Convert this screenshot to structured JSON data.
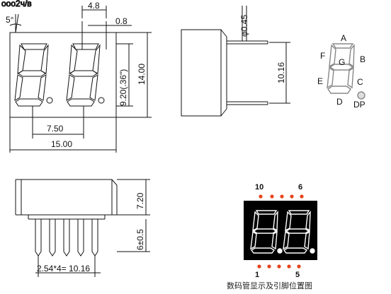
{
  "front_view": {
    "title_fragment": "ооо2ч/в",
    "angle_label": "5°",
    "dim_top_width": "4.8",
    "dim_top_gap": "0.8",
    "dim_digit_height": "9.20(.36\")",
    "dim_total_height": "14.00",
    "dim_pitch": "7.50",
    "dim_total_width": "15.00"
  },
  "side_view": {
    "dim_pin_dia": "φ0.45",
    "dim_pin_spacing": "10.16"
  },
  "segment_map": {
    "labels": [
      "A",
      "B",
      "C",
      "D",
      "E",
      "F",
      "G",
      "DP"
    ]
  },
  "bottom_view": {
    "dim_body_height": "7.20",
    "dim_pin_length": "6±0.5",
    "dim_pin_pitch": "2.54*4= 10.16"
  },
  "pinout": {
    "top_left_pin": "10",
    "top_right_pin": "6",
    "bottom_left_pin": "1",
    "bottom_right_pin": "5",
    "caption": "数码管显示及引脚位置图",
    "pin_color": "#e8441c",
    "body_color": "#000000"
  }
}
